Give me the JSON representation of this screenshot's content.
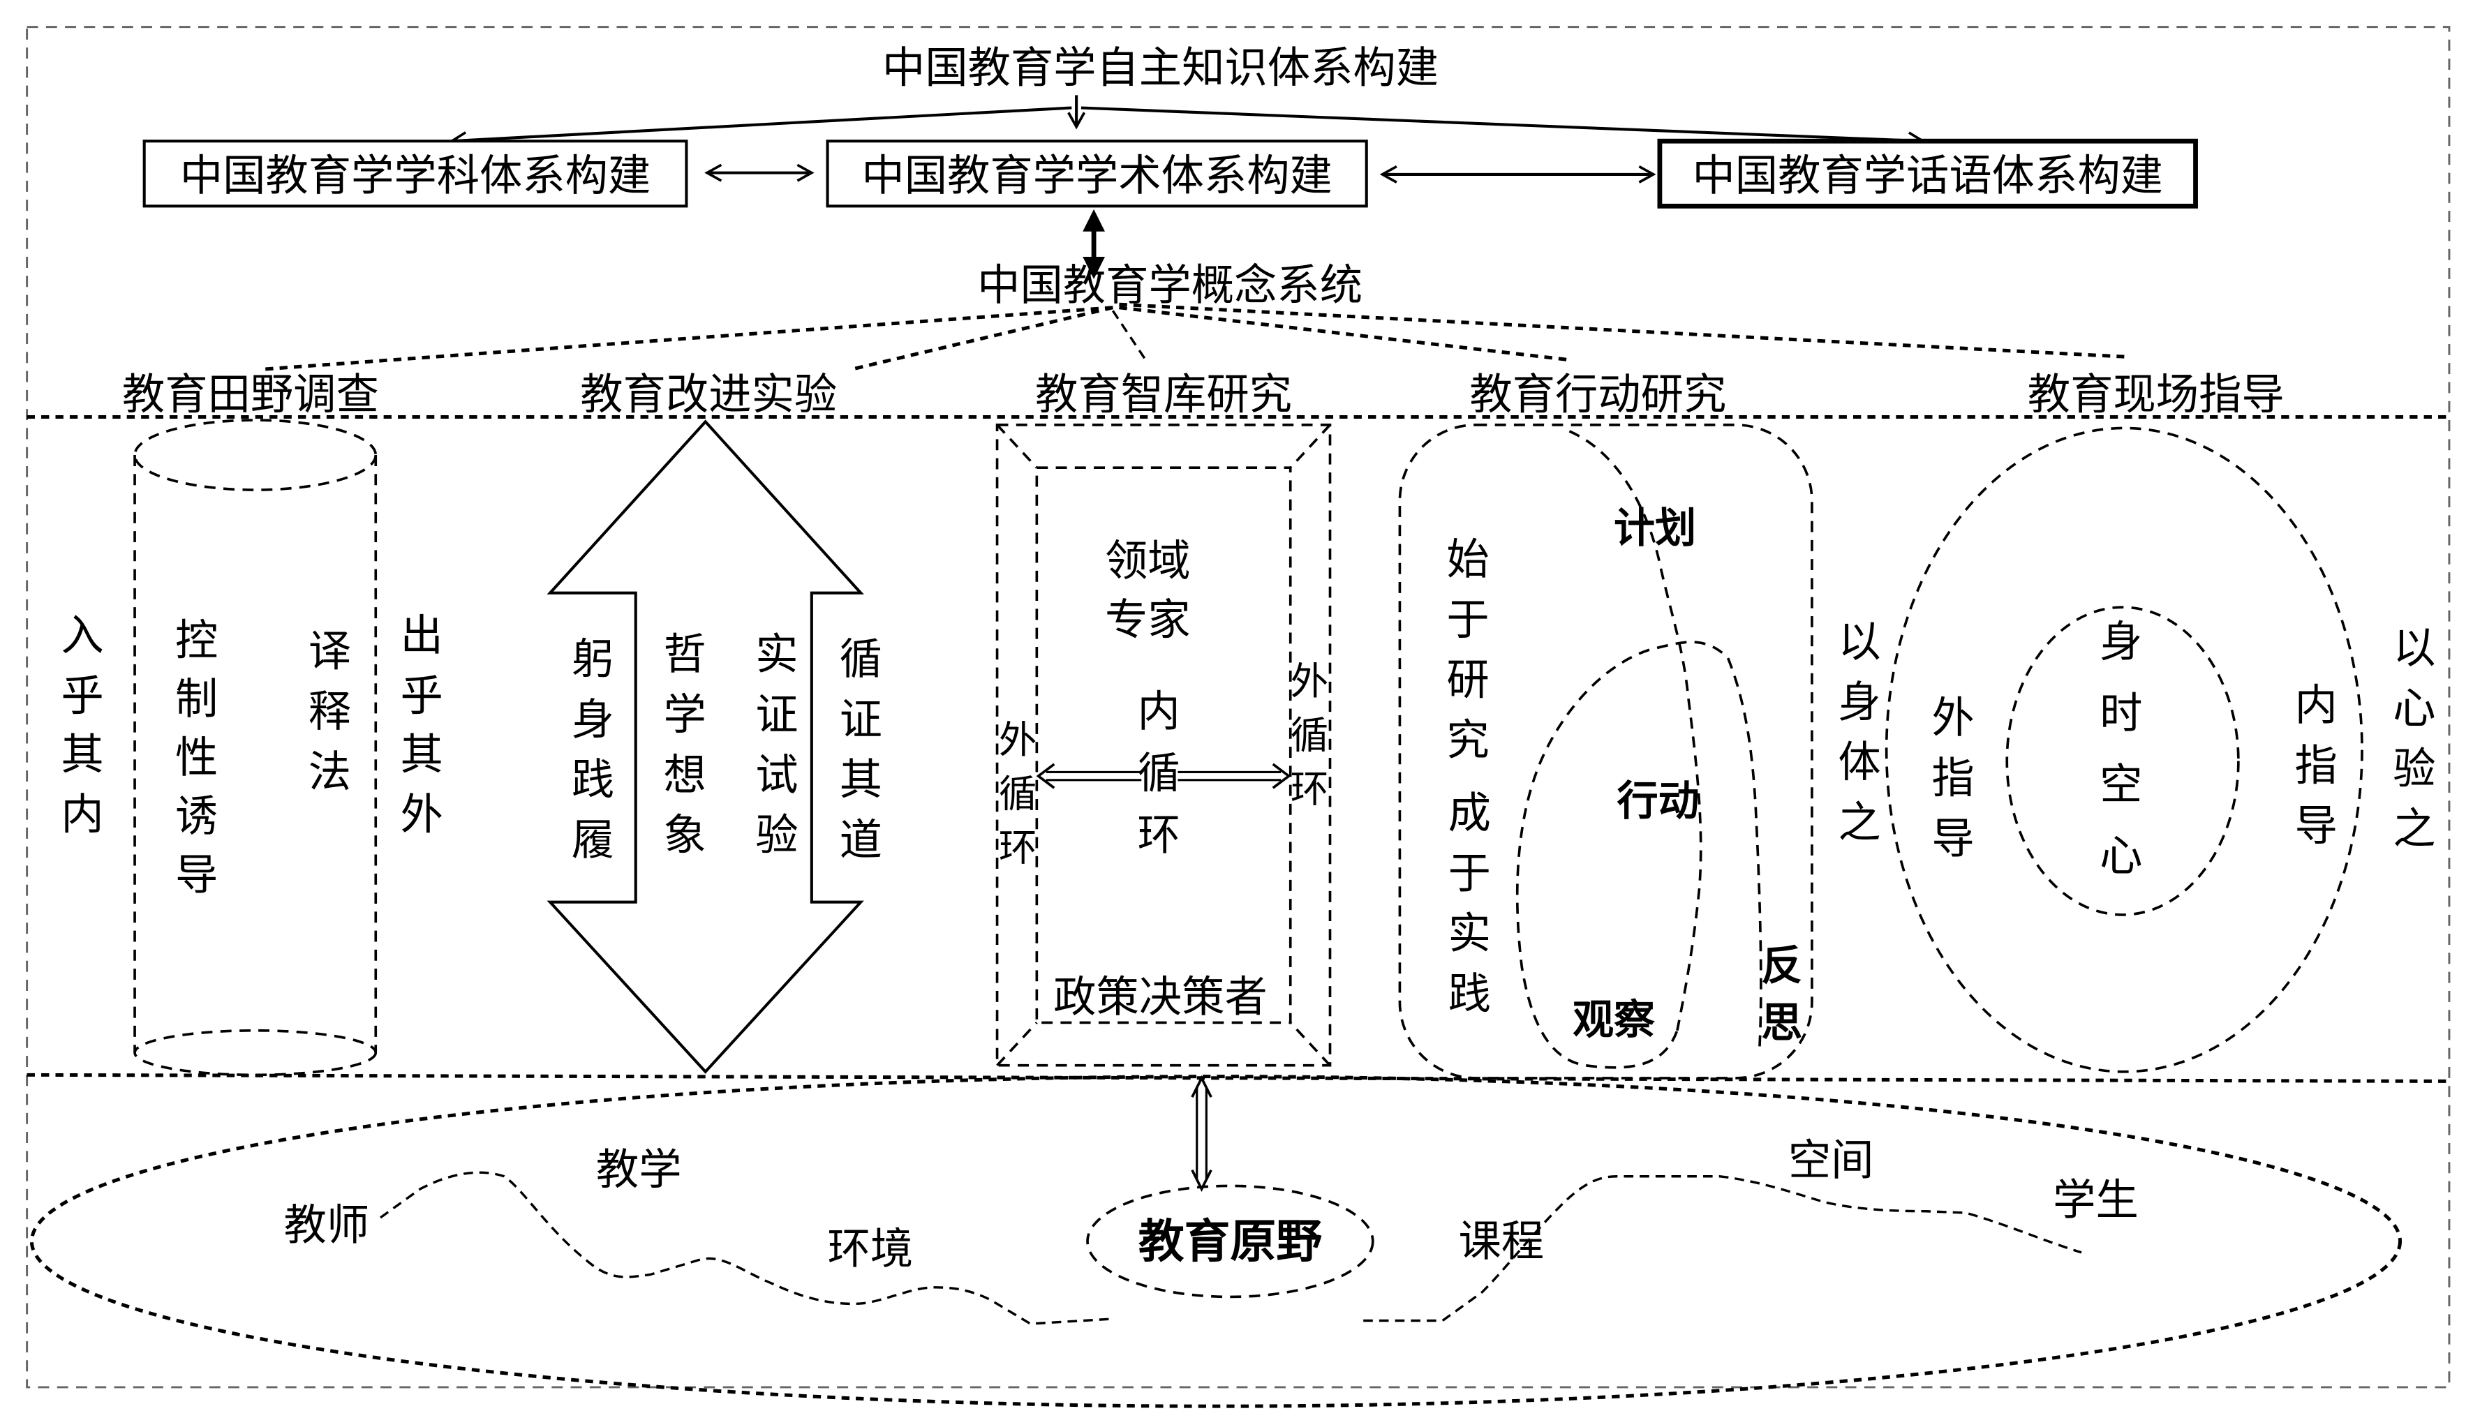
{
  "top": {
    "root_title": "中国教育学自主知识体系构建",
    "boxes": [
      {
        "label": "中国教育学学科体系构建"
      },
      {
        "label": "中国教育学学术体系构建"
      },
      {
        "label": "中国教育学话语体系构建"
      }
    ],
    "concept_system": "中国教育学概念系统"
  },
  "methods": [
    {
      "title": "教育田野调查",
      "outer_left": [
        "入",
        "乎",
        "其",
        "内"
      ],
      "inner_left": [
        "控",
        "制",
        "性",
        "诱",
        "导"
      ],
      "inner_right": [
        "译",
        "释",
        "法"
      ],
      "outer_right": [
        "出",
        "乎",
        "其",
        "外"
      ]
    },
    {
      "title": "教育改进实验",
      "col1": [
        "躬",
        "身",
        "践",
        "履"
      ],
      "col2": [
        "哲",
        "学",
        "想",
        "象"
      ],
      "col3": [
        "实",
        "证",
        "试",
        "验"
      ],
      "col4": [
        "循",
        "证",
        "其",
        "道"
      ]
    },
    {
      "title": "教育智库研究",
      "domain_experts": [
        "领域",
        "专家"
      ],
      "inner_loop": [
        "内",
        "循",
        "环"
      ],
      "outer_loop": [
        "外",
        "循",
        "环"
      ],
      "policy_makers": "政策决策者"
    },
    {
      "title": "教育行动研究",
      "left_col1": [
        "始",
        "于",
        "研",
        "究"
      ],
      "left_col2": [
        "成",
        "于",
        "实",
        "践"
      ],
      "plan": "计划",
      "action": "行动",
      "observe": "观察",
      "reflect": [
        "反",
        "思"
      ]
    },
    {
      "title": "教育现场指导",
      "outer_left": [
        "以",
        "身",
        "体",
        "之"
      ],
      "outer_guidance": [
        "外",
        "指",
        "导"
      ],
      "center": [
        "身",
        "时",
        "空",
        "心"
      ],
      "inner_guidance": [
        "内",
        "指",
        "导"
      ],
      "outer_right": [
        "以",
        "心",
        "验",
        "之"
      ]
    }
  ],
  "field": {
    "center": "教育原野",
    "elements": {
      "teacher": "教师",
      "teaching": "教学",
      "environment": "环境",
      "curriculum": "课程",
      "space": "空间",
      "student": "学生"
    }
  }
}
